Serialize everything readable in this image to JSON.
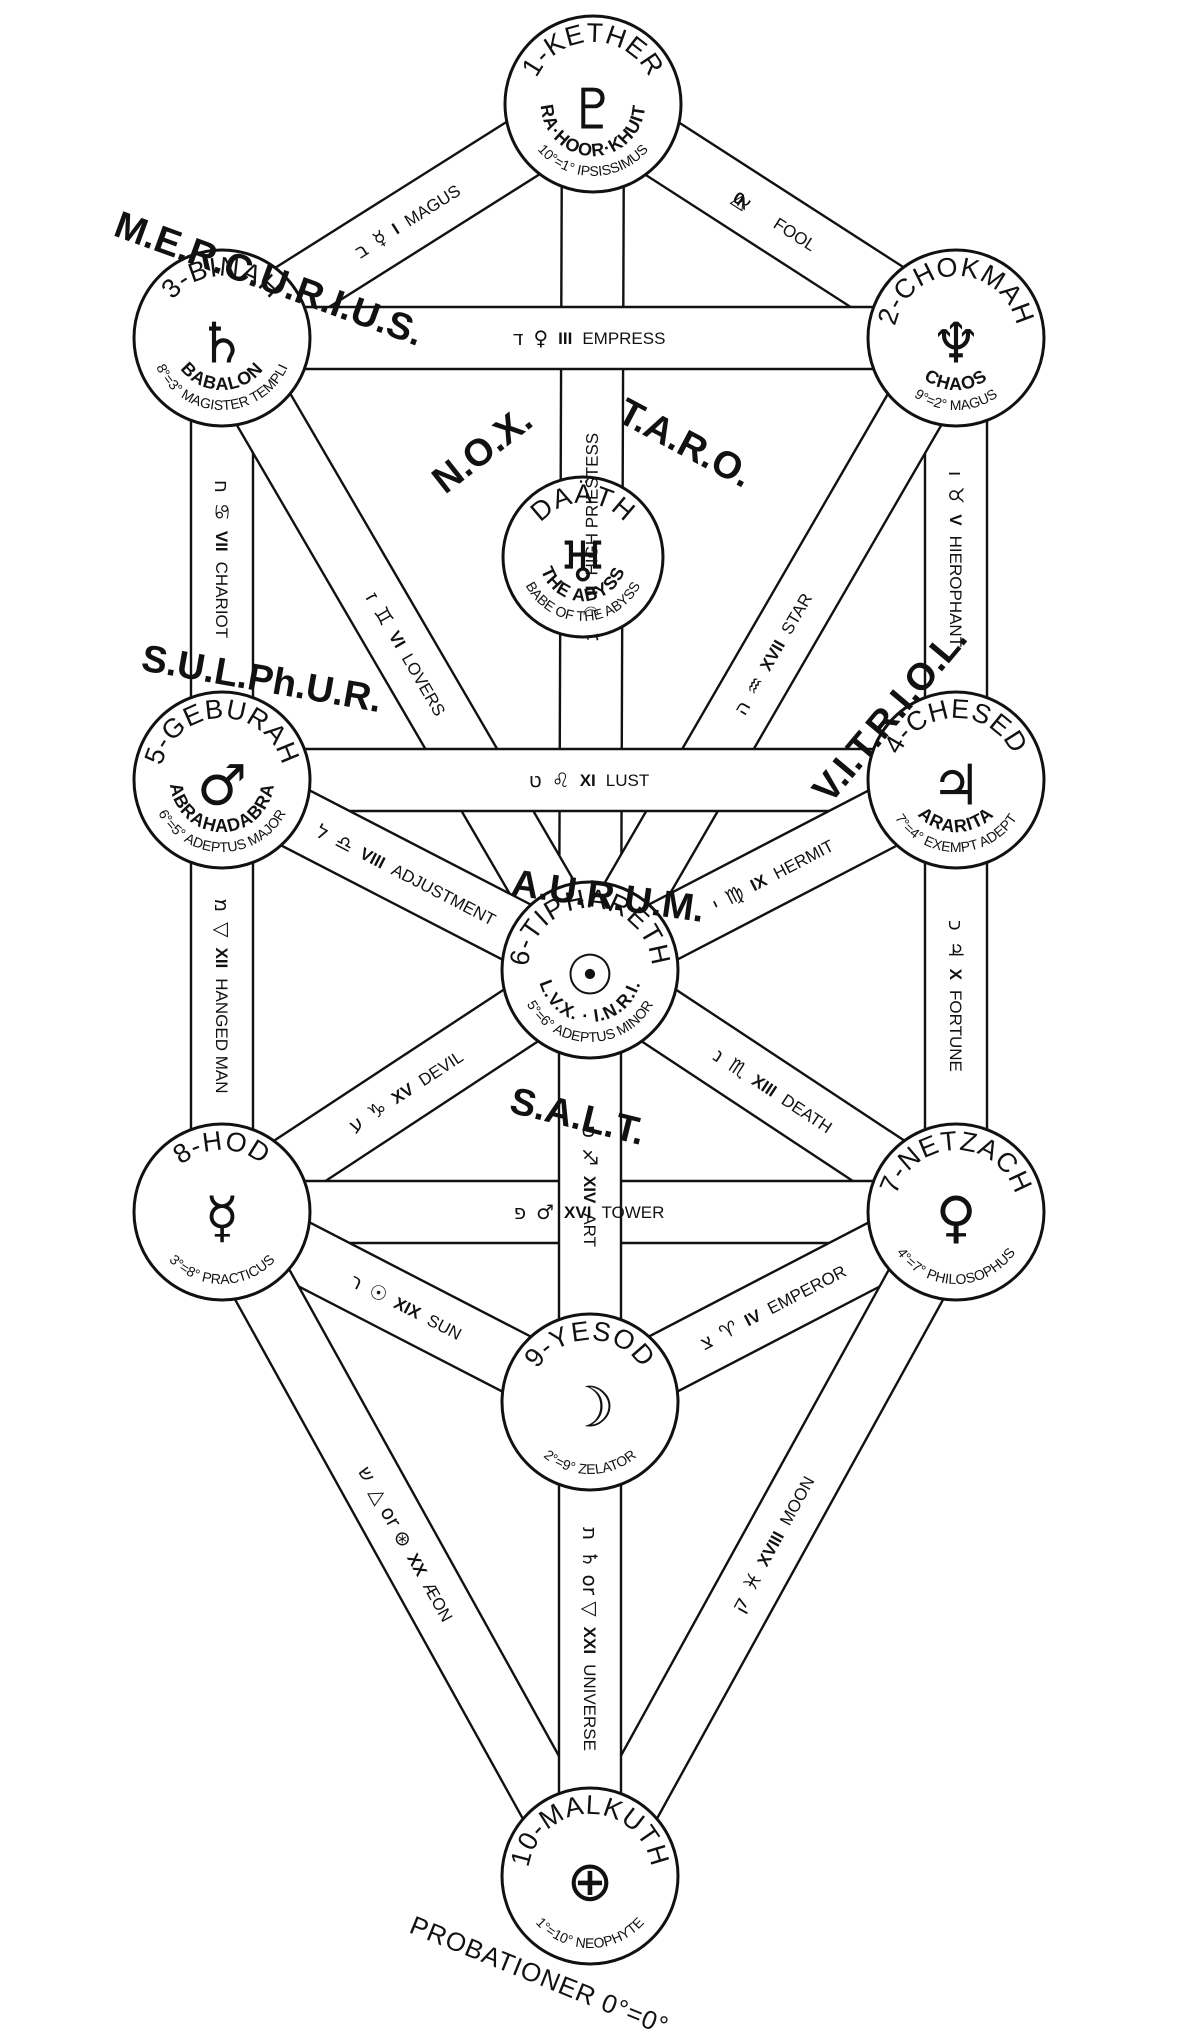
{
  "sephiroth": [
    {
      "id": "kether",
      "name": "1-KETHER",
      "glyph": "♇",
      "title": "RA·HOOR·KHUIT",
      "grade": "10°=1° IPSISSIMUS"
    },
    {
      "id": "chokmah",
      "name": "2-CHOKMAH",
      "glyph": "♆",
      "title": "CHAOS",
      "grade": "9°=2° MAGUS"
    },
    {
      "id": "binah",
      "name": "3-BINAH",
      "glyph": "♄",
      "title": "BABALON",
      "grade": "8°=3° MAGISTER TEMPLI"
    },
    {
      "id": "daath",
      "name": "DAÄTH",
      "glyph": "♅",
      "title": "THE ABYSS",
      "grade": "BABE OF THE ABYSS"
    },
    {
      "id": "chesed",
      "name": "4-CHESED",
      "glyph": "♃",
      "title": "ARARITA",
      "grade": "7°=4° EXEMPT ADEPT"
    },
    {
      "id": "geburah",
      "name": "5-GEBURAH",
      "glyph": "♂",
      "title": "ABRAHADABRA",
      "grade": "6°=5° ADEPTUS MAJOR"
    },
    {
      "id": "tiphareth",
      "name": "6-TIPHARETH",
      "glyph": "☉",
      "title": "L.V.X. · I.N.R.I.",
      "grade": "5°=6° ADEPTUS MINOR"
    },
    {
      "id": "netzach",
      "name": "7-NETZACH",
      "glyph": "♀",
      "title": "",
      "grade": "4°=7° PHILOSOPHUS"
    },
    {
      "id": "hod",
      "name": "8-HOD",
      "glyph": "☿",
      "title": "",
      "grade": "3°=8° PRACTICUS"
    },
    {
      "id": "yesod",
      "name": "9-YESOD",
      "glyph": "☽",
      "title": "",
      "grade": "2°=9° ZELATOR"
    },
    {
      "id": "malkuth",
      "name": "10-MALKUTH",
      "glyph": "⊕",
      "title": "",
      "grade": "1°=10° NEOPHYTE"
    }
  ],
  "paths": [
    {
      "id": "magus",
      "letter": "ב",
      "symbol": "☿",
      "number": "I",
      "name": "MAGUS"
    },
    {
      "id": "fool",
      "letter": "א",
      "symbol": "△",
      "number": "0",
      "name": "FOOL"
    },
    {
      "id": "priestess",
      "letter": "ג",
      "symbol": "☽",
      "number": "II",
      "name": "HIGH PRIESTESS"
    },
    {
      "id": "empress",
      "letter": "ד",
      "symbol": "♀",
      "number": "III",
      "name": "EMPRESS"
    },
    {
      "id": "hierophant",
      "letter": "ו",
      "symbol": "♉",
      "number": "V",
      "name": "HIEROPHANT"
    },
    {
      "id": "chariot",
      "letter": "ח",
      "symbol": "♋",
      "number": "VII",
      "name": "CHARIOT"
    },
    {
      "id": "lovers",
      "letter": "ז",
      "symbol": "♊",
      "number": "VI",
      "name": "LOVERS"
    },
    {
      "id": "star",
      "letter": "ה",
      "symbol": "♒",
      "number": "XVII",
      "name": "STAR"
    },
    {
      "id": "lust",
      "letter": "ט",
      "symbol": "♌",
      "number": "XI",
      "name": "LUST"
    },
    {
      "id": "adjustment",
      "letter": "ל",
      "symbol": "♎",
      "number": "VIII",
      "name": "ADJUSTMENT"
    },
    {
      "id": "hermit",
      "letter": "י",
      "symbol": "♍",
      "number": "IX",
      "name": "HERMIT"
    },
    {
      "id": "hanged",
      "letter": "מ",
      "symbol": "▽",
      "number": "XII",
      "name": "HANGED MAN"
    },
    {
      "id": "fortune",
      "letter": "כ",
      "symbol": "♃",
      "number": "X",
      "name": "FORTUNE"
    },
    {
      "id": "devil",
      "letter": "ע",
      "symbol": "♑",
      "number": "XV",
      "name": "DEVIL"
    },
    {
      "id": "death",
      "letter": "נ",
      "symbol": "♏",
      "number": "XIII",
      "name": "DEATH"
    },
    {
      "id": "tower",
      "letter": "פ",
      "symbol": "♂",
      "number": "XVI",
      "name": "TOWER"
    },
    {
      "id": "art",
      "letter": "ס",
      "symbol": "♐",
      "number": "XIV",
      "name": "ART"
    },
    {
      "id": "sun",
      "letter": "ר",
      "symbol": "☉",
      "number": "XIX",
      "name": "SUN"
    },
    {
      "id": "emperor",
      "letter": "צ",
      "symbol": "♈",
      "number": "IV",
      "name": "EMPEROR"
    },
    {
      "id": "aeon",
      "letter": "ש",
      "symbol": "△ or ⊛",
      "number": "XX",
      "name": "ÆON"
    },
    {
      "id": "moon",
      "letter": "ק",
      "symbol": "♓",
      "number": "XVIII",
      "name": "MOON"
    },
    {
      "id": "universe",
      "letter": "ת",
      "symbol": "♄ or ▽",
      "number": "XXI",
      "name": "UNIVERSE"
    }
  ],
  "regions": {
    "mercurius": "M.E.R.C.U.R.I.U.S.",
    "sulphur": "S.U.L.Ph.U.R.",
    "vitriol": "V.I.T.R.I.O.L.",
    "nox": "N.O.X.",
    "taro": "T.A.R.O.",
    "aurum": "A.U.R.U.M.",
    "salt": "S.A.L.T."
  },
  "bottom": "PROBATIONER 0°=0°"
}
